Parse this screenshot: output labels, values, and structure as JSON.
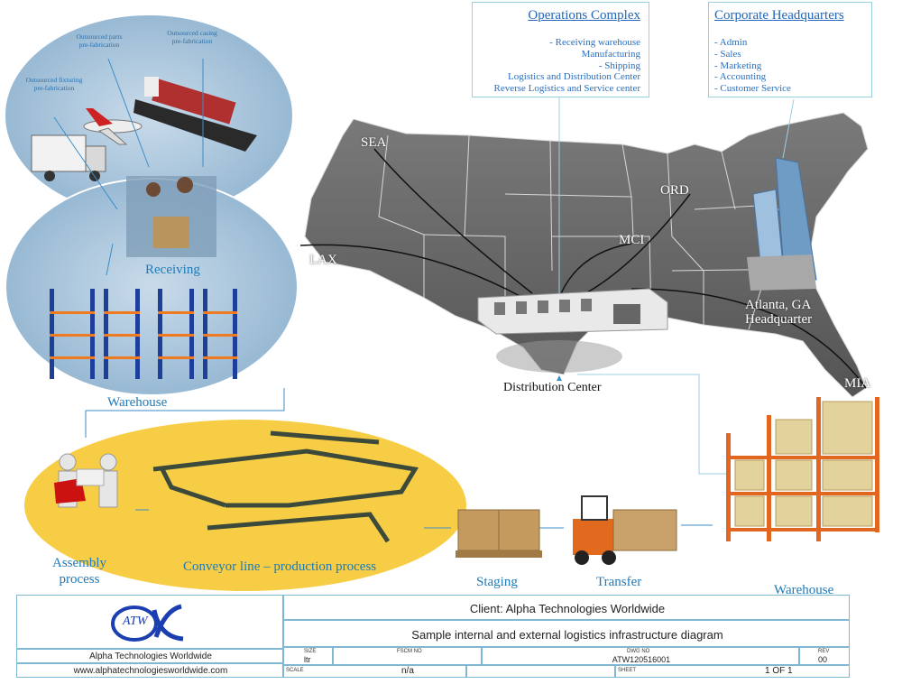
{
  "operations_complex": {
    "title": "Operations Complex",
    "items": [
      "- Receiving warehouse",
      "Manufacturing",
      "- Shipping",
      "Logistics and Distribution Center",
      "Reverse Logistics and Service center"
    ]
  },
  "corporate_hq": {
    "title": "Corporate Headquarters",
    "items": [
      "- Admin",
      "- Sales",
      "- Marketing",
      "- Accounting",
      "- Customer Service"
    ]
  },
  "cities": {
    "sea": "SEA",
    "lax": "LAX",
    "mci": "MCI",
    "ord": "ORD",
    "mia": "MIA"
  },
  "map_labels": {
    "atlanta_line1": "Atlanta, GA",
    "atlanta_line2": "Headquarter",
    "distribution_center": "Distribution Center"
  },
  "inbound": {
    "fixturing": "Outsourced fixturing pre-fabrication",
    "parts": "Outsourced parts pre-fabrication",
    "casing": "Outsourced casing pre-fabrication",
    "receiving": "Receiving",
    "warehouse": "Warehouse"
  },
  "process": {
    "assembly_line1": "Assembly",
    "assembly_line2": "process",
    "conveyor": "Conveyor line – production process",
    "staging": "Staging",
    "transfer": "Transfer",
    "warehouse": "Warehouse"
  },
  "title_block": {
    "logo_text": "ATW",
    "company": "Alpha Technologies Worldwide",
    "website": "www.alphatechnologiesworldwide.com",
    "client": "Client: Alpha Technologies Worldwide",
    "description": "Sample internal and external logistics infrastructure diagram",
    "size_label": "SIZE",
    "size_value": "ltr",
    "fscm_label": "FSCM NO",
    "dwg_label": "DWG NO",
    "dwg_value": "ATW120516001",
    "rev_label": "REV",
    "rev_value": "00",
    "scale_label": "SCALE",
    "scale_value": "n/a",
    "sheet_label": "SHEET",
    "sheet_value": "1 OF 1"
  },
  "colors": {
    "accent_blue": "#1f7ab8",
    "map_gray": "#6b6b6b",
    "ellipse_blue": "#a9c6dd",
    "ellipse_yellow": "#f7cd45",
    "rack_orange": "#e2661f"
  }
}
